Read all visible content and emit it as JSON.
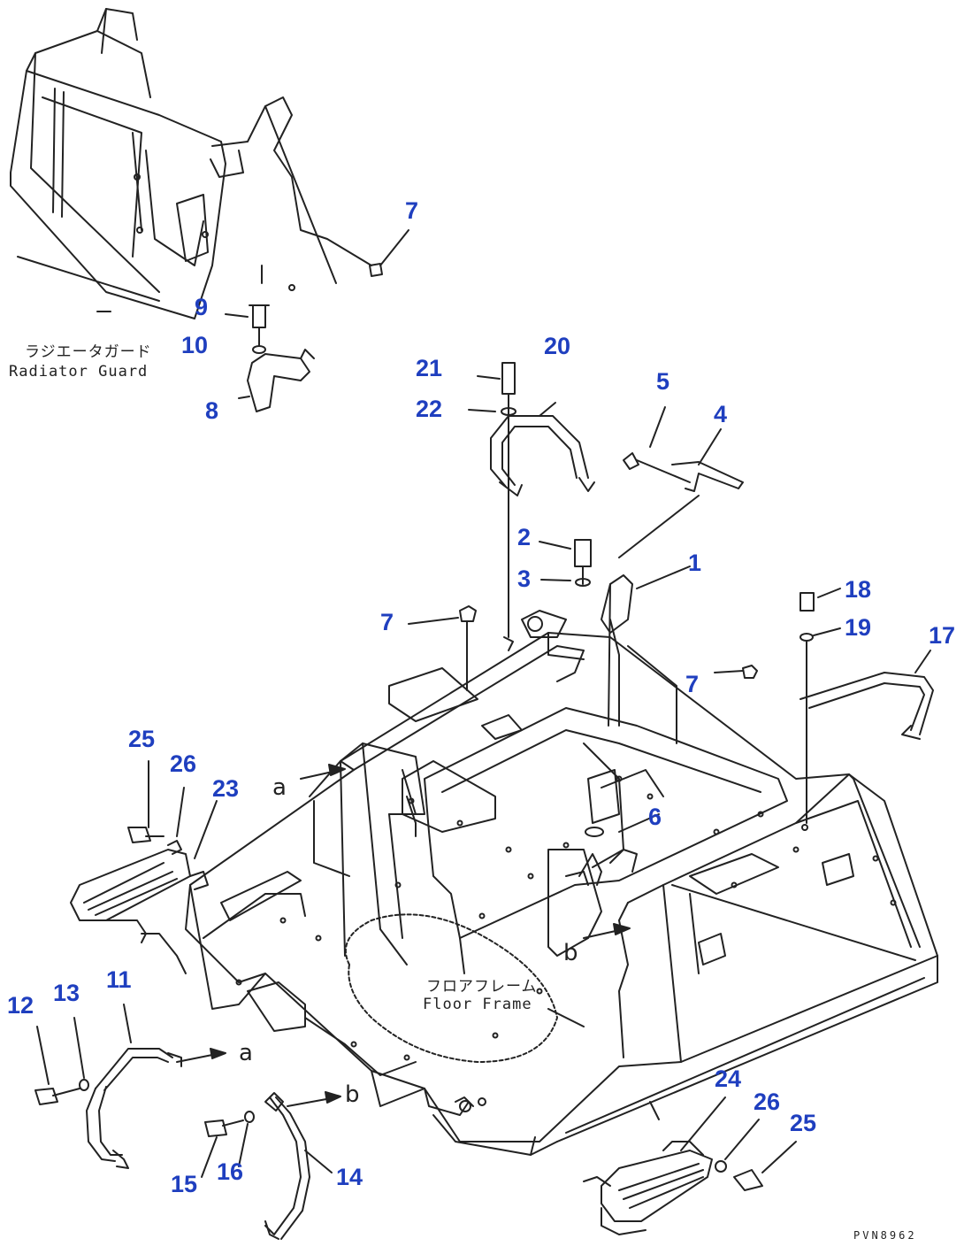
{
  "callouts": [
    "1",
    "2",
    "3",
    "4",
    "5",
    "6",
    "7",
    "8",
    "9",
    "10",
    "11",
    "12",
    "13",
    "14",
    "15",
    "16",
    "17",
    "18",
    "19",
    "20",
    "21",
    "22",
    "23",
    "24",
    "25",
    "26"
  ],
  "labels": {
    "radiator_jp": "ラジエータガード",
    "radiator_en": "Radiator Guard",
    "floor_jp": "フロアフレーム",
    "floor_en": "Floor Frame",
    "ref_a": "a",
    "ref_b": "b",
    "drawing_code": "PVN8962"
  },
  "colors": {
    "callout": "#1f3fbf",
    "line": "#222222"
  }
}
